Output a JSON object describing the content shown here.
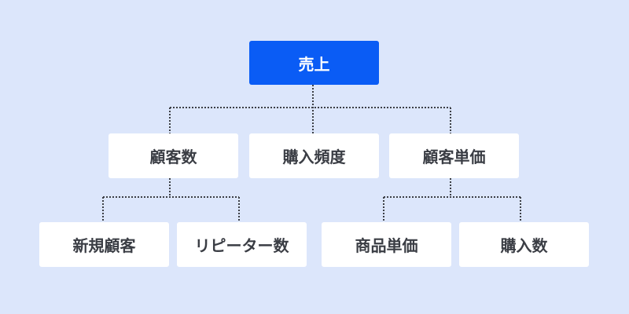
{
  "colors": {
    "background": "#dce6fb",
    "root_fill": "#0a5cf5",
    "node_fill": "#ffffff",
    "node_text": "#3a3d44",
    "connector": "#3c3f46"
  },
  "tree": {
    "root": {
      "label": "売上"
    },
    "level1": [
      {
        "label": "顧客数"
      },
      {
        "label": "購入頻度"
      },
      {
        "label": "顧客単価"
      }
    ],
    "level2": [
      {
        "label": "新規顧客"
      },
      {
        "label": "リピーター数"
      },
      {
        "label": "商品単価"
      },
      {
        "label": "購入数"
      }
    ]
  }
}
